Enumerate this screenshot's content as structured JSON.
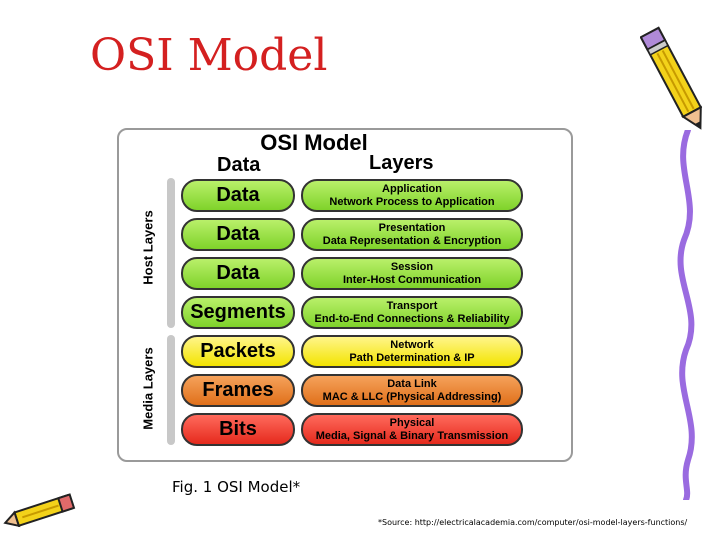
{
  "slide": {
    "title": "OSI Model",
    "caption": "Fig. 1 OSI Model*",
    "source": "*Source: http://electricalacademia.com/computer/osi-model-layers-functions/"
  },
  "diagram": {
    "title": "OSI Model",
    "data_header": "Data",
    "layers_header": "Layers",
    "host_label": "Host Layers",
    "media_label": "Media Layers",
    "rows": [
      {
        "data": "Data",
        "layer": "Application",
        "desc": "Network Process to Application",
        "color": "#8fdc3a"
      },
      {
        "data": "Data",
        "layer": "Presentation",
        "desc": "Data Representation & Encryption",
        "color": "#8fdc3a"
      },
      {
        "data": "Data",
        "layer": "Session",
        "desc": "Inter-Host Communication",
        "color": "#8fdc3a"
      },
      {
        "data": "Segments",
        "layer": "Transport",
        "desc": "End-to-End Connections & Reliability",
        "color": "#8fdc3a"
      },
      {
        "data": "Packets",
        "layer": "Network",
        "desc": "Path Determination & IP",
        "color": "#f6ea1a"
      },
      {
        "data": "Frames",
        "layer": "Data Link",
        "desc": "MAC & LLC (Physical Addressing)",
        "color": "#e87b24"
      },
      {
        "data": "Bits",
        "layer": "Physical",
        "desc": "Media, Signal & Binary Transmission",
        "color": "#ec3a2a"
      }
    ]
  }
}
